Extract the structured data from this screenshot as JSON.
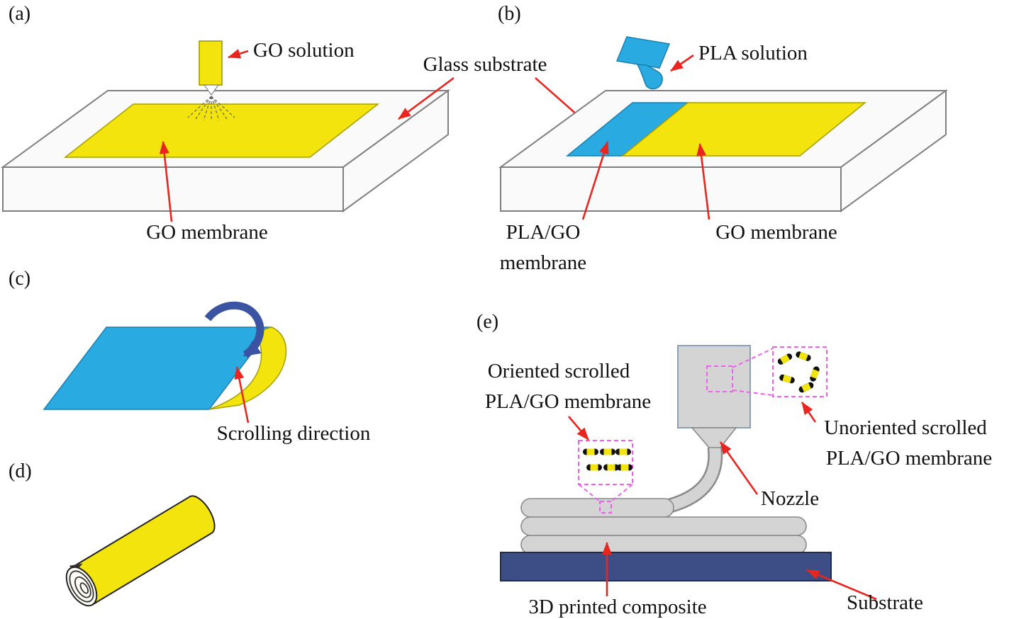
{
  "colors": {
    "go_yellow": "#f2e40c",
    "pla_blue": "#29abe2",
    "arrow_red": "#e8251f",
    "substrate_navy": "#3d4e86",
    "scroll_arrow_blue": "#3a53a3",
    "magenta": "#f060f0",
    "machine_gray": "#d4d4d4"
  },
  "panel_a": {
    "label": "(a)",
    "go_solution_label": "GO solution",
    "go_membrane_label": "GO membrane"
  },
  "shared": {
    "glass_substrate_label": "Glass substrate"
  },
  "panel_b": {
    "label": "(b)",
    "pla_solution_label": "PLA solution",
    "pla_go_membrane_line1": "PLA/GO",
    "pla_go_membrane_line2": "membrane",
    "go_membrane_label": "GO membrane"
  },
  "panel_c": {
    "label": "(c)",
    "scrolling_direction_label": "Scrolling direction"
  },
  "panel_d": {
    "label": "(d)"
  },
  "panel_e": {
    "label": "(e)",
    "oriented_line1": "Oriented scrolled",
    "oriented_line2": "PLA/GO membrane",
    "unoriented_line1": "Unoriented scrolled",
    "unoriented_line2": "PLA/GO membrane",
    "nozzle_label": "Nozzle",
    "composite_label": "3D printed composite",
    "substrate_label": "Substrate"
  }
}
